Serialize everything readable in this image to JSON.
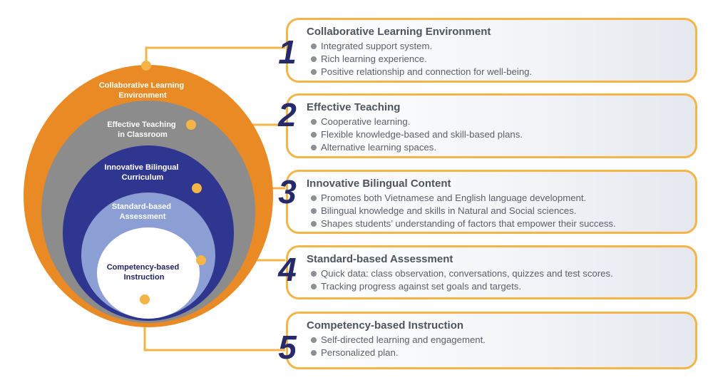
{
  "colors": {
    "outer_ring": "#ea8a25",
    "second_ring": "#8c8c8c",
    "third_ring": "#2e3690",
    "fourth_ring": "#8b9fd4",
    "core": "#ffffff",
    "connector": "#f3b548",
    "number": "#262a6a",
    "core_text": "#1f2460"
  },
  "rings": [
    {
      "line1": "Collaborative Learning",
      "line2": "Environment"
    },
    {
      "line1": "Effective Teaching",
      "line2": "in Classroom"
    },
    {
      "line1": "Innovative Bilingual",
      "line2": "Curriculum"
    },
    {
      "line1": "Standard-based",
      "line2": "Assessment"
    },
    {
      "line1": "Competency-based",
      "line2": "Instruction"
    }
  ],
  "items": [
    {
      "number": "1",
      "title": "Collaborative Learning Environment",
      "bullets": [
        "Integrated support system.",
        "Rich learning experience.",
        "Positive relationship and connection for well-being."
      ]
    },
    {
      "number": "2",
      "title": "Effective Teaching",
      "bullets": [
        "Cooperative learning.",
        "Flexible knowledge-based and skill-based plans.",
        "Alternative learning spaces."
      ]
    },
    {
      "number": "3",
      "title": "Innovative Bilingual Content",
      "bullets": [
        "Promotes both Vietnamese and English language development.",
        "Bilingual knowledge and skills in Natural and Social sciences.",
        "Shapes students’ understanding of factors that empower their success."
      ]
    },
    {
      "number": "4",
      "title": "Standard-based Assessment",
      "bullets": [
        "Quick data: class observation, conversations, quizzes and test scores.",
        "Tracking progress against set goals and targets."
      ]
    },
    {
      "number": "5",
      "title": "Competency-based Instruction",
      "bullets": [
        "Self-directed learning and engagement.",
        "Personalized plan."
      ]
    }
  ]
}
